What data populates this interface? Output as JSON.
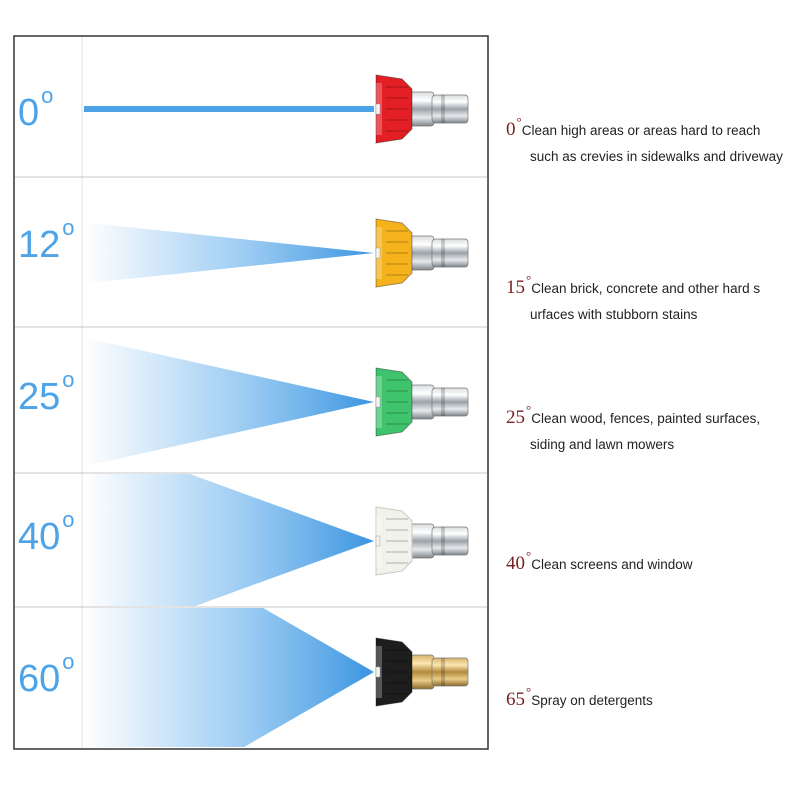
{
  "degree_mark": "o",
  "description_degree_mark": "°",
  "nozzles": [
    {
      "angle_label": "0",
      "spray_angle": 0,
      "tip_color": "#e31e24",
      "body": "stainless-steel",
      "desc_angle": "0",
      "desc_line1": "Clean high areas or areas hard to reach",
      "desc_line2": "such as crevies in sidewalks and driveway"
    },
    {
      "angle_label": "12",
      "spray_angle": 12,
      "tip_color": "#f5b21d",
      "body": "stainless-steel",
      "desc_angle": "15",
      "desc_line1": "Clean brick, concrete and other hard s",
      "desc_line2": "urfaces with stubborn stains"
    },
    {
      "angle_label": "25",
      "spray_angle": 25,
      "tip_color": "#3fc36c",
      "body": "stainless-steel",
      "desc_angle": "25",
      "desc_line1": "Clean wood, fences, painted surfaces,",
      "desc_line2": "siding and lawn mowers"
    },
    {
      "angle_label": "40",
      "spray_angle": 40,
      "tip_color": "#f2f2ec",
      "body": "stainless-steel",
      "desc_angle": "40",
      "desc_line1": "Clean screens and window",
      "desc_line2": ""
    },
    {
      "angle_label": "60",
      "spray_angle": 60,
      "tip_color": "#1d1d1d",
      "body": "brass",
      "desc_angle": "65",
      "desc_line1": "Spray on detergents",
      "desc_line2": ""
    }
  ],
  "colors": {
    "frame": "#333333",
    "divider": "#c7c7c7",
    "spray": "#4da3e8",
    "angle_text": "#4da3e8",
    "desc_angle": "#7a1f1f"
  }
}
